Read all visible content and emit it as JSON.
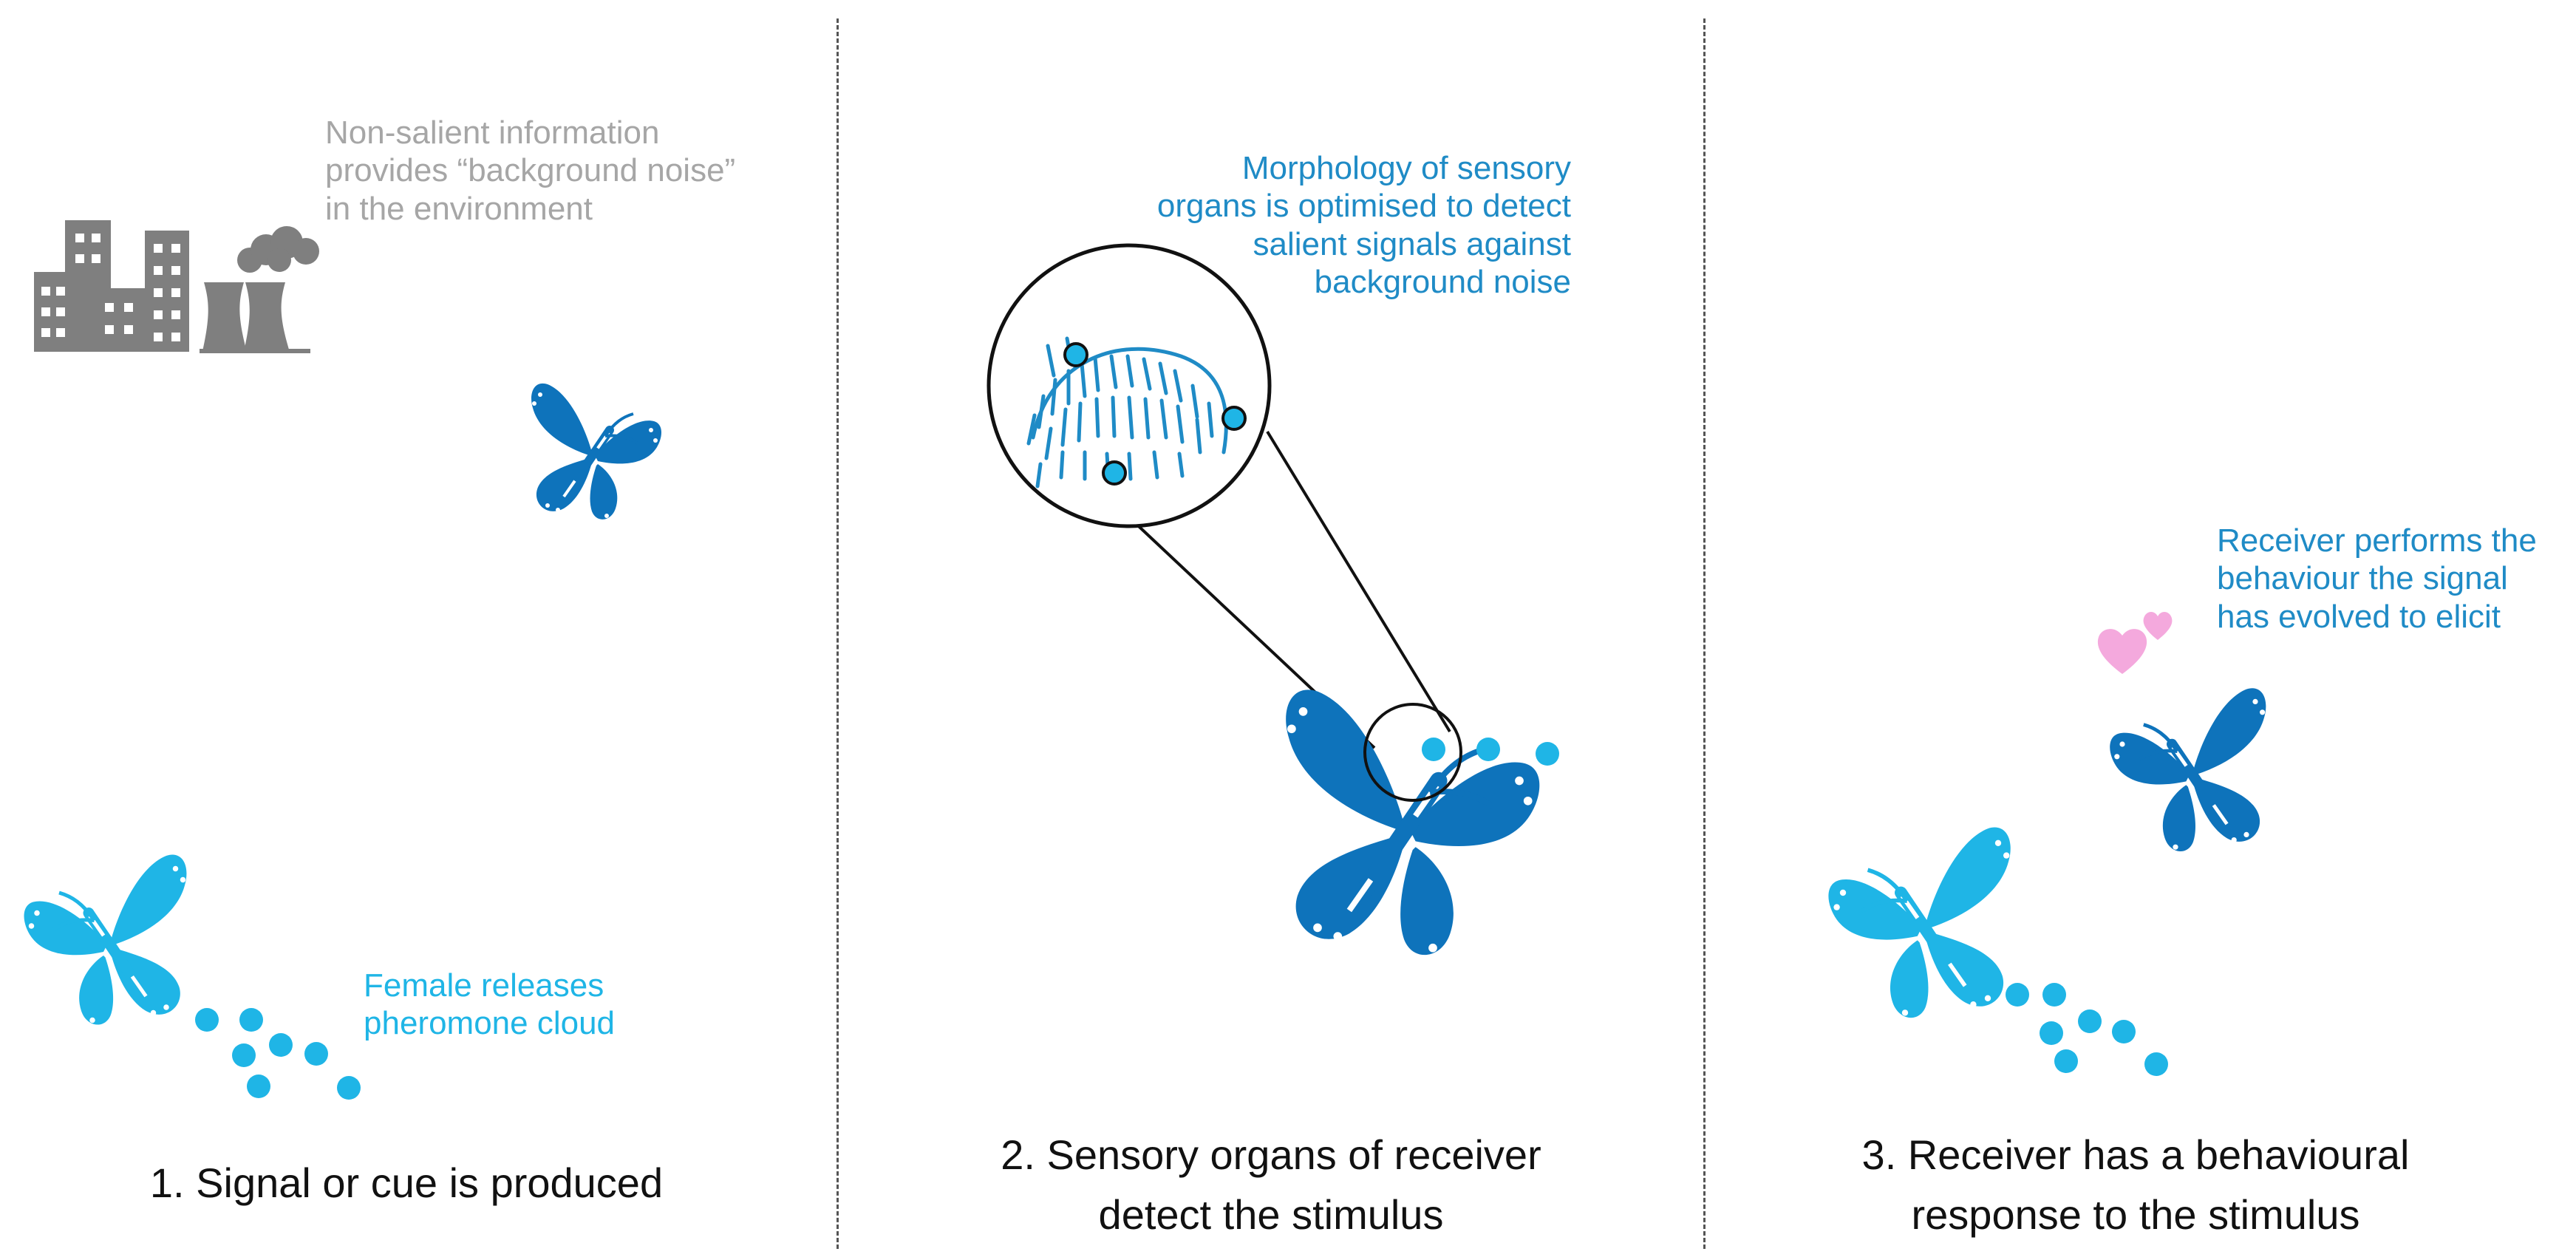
{
  "colors": {
    "pale_blue": "#1fb5e6",
    "dark_blue": "#0e73bb",
    "text_blue": "#1f8bc6",
    "gray": "#7f7f7f",
    "pink": "#f4a9dd"
  },
  "panels": [
    {
      "caption": "1. Signal or cue is produced",
      "annotation_noise": [
        "Non-salient information",
        "provides “background noise”",
        "in the environment"
      ],
      "annotation_female": [
        "Female releases",
        "pheromone cloud"
      ],
      "icons": [
        "city-factory-icon",
        "receiver-butterfly-icon",
        "female-butterfly-icon",
        "pheromone-cloud-icon"
      ]
    },
    {
      "caption_lines": [
        "2. Sensory organs of receiver",
        "detect the stimulus"
      ],
      "annotation": [
        "Morphology of sensory",
        "organs is optimised to detect",
        "salient signals against",
        "background noise"
      ],
      "icons": [
        "magnifier-icon",
        "antenna-sensilla-icon",
        "receiver-butterfly-icon",
        "pheromone-cloud-icon"
      ]
    },
    {
      "caption_lines": [
        "3. Receiver has a behavioural",
        "response to the stimulus"
      ],
      "annotation": [
        "Receiver performs the",
        "behaviour the signal",
        "has evolved to elicit"
      ],
      "icons": [
        "hearts-icon",
        "receiver-butterfly-icon",
        "female-butterfly-icon",
        "pheromone-cloud-icon"
      ]
    }
  ]
}
